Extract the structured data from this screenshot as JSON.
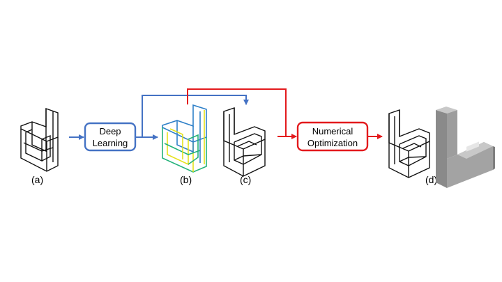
{
  "labels": {
    "a": "(a)",
    "b": "(b)",
    "c": "(c)",
    "d": "(d)"
  },
  "boxes": {
    "deep_learning": {
      "line1": "Deep",
      "line2": "Learning"
    },
    "numerical_optimization": {
      "line1": "Numerical",
      "line2": "Optimization"
    }
  },
  "colors": {
    "blue": "#4472C4",
    "red": "#E3191C",
    "wire": "#111111",
    "wire_b_blue": "#2F80C8",
    "wire_b_yellow": "#E6E21A",
    "wire_b_green": "#24B27A",
    "solid_front": "#9D9D9D",
    "solid_side": "#7F7F7F",
    "solid_top": "#C8C8C8"
  }
}
